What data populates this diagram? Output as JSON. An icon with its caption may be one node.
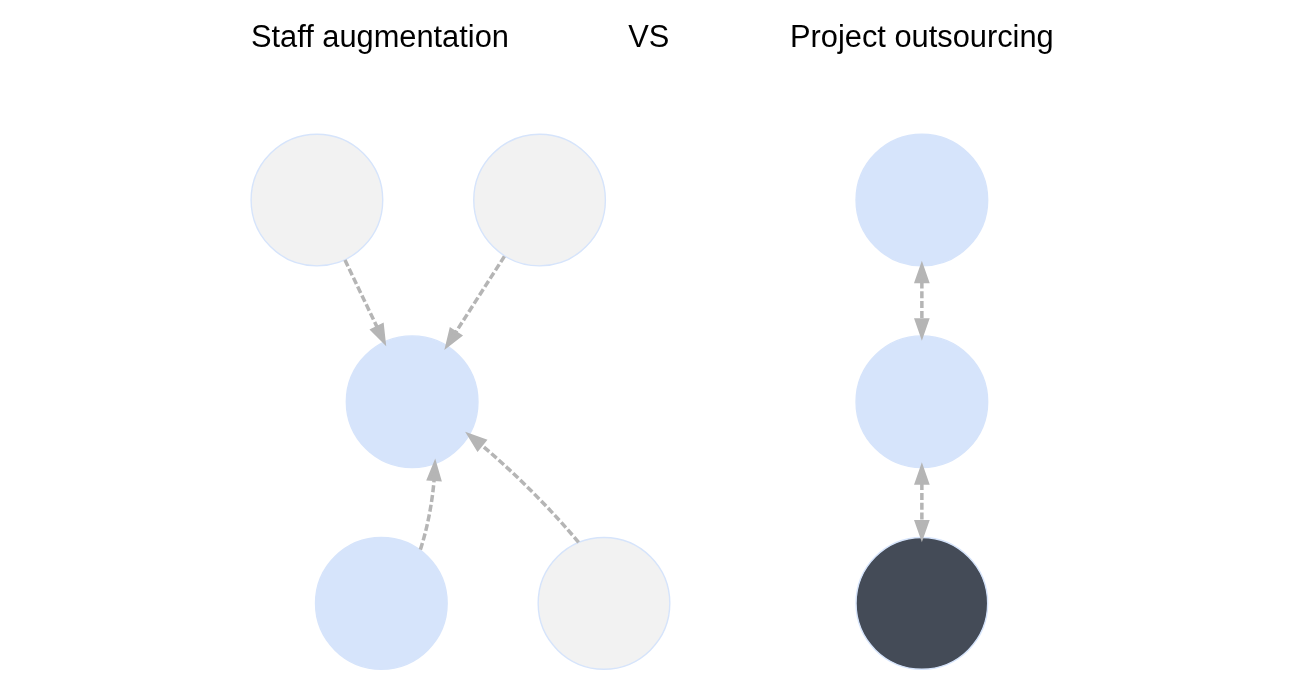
{
  "diagram": {
    "nodes": [
      {
        "text": [],
        "shape": "circle"
      },
      {
        "text": [],
        "shape": "circle"
      },
      {
        "text": [],
        "shape": "circle"
      },
      {
        "text": [],
        "shape": "circle"
      },
      {
        "text": [],
        "shape": "circle"
      },
      {
        "text": [],
        "shape": "circle"
      },
      {
        "text": [],
        "shape": "circle"
      },
      {
        "text": [],
        "shape": "circle"
      }
    ],
    "edges": [
      {
        "from": 0,
        "to": 2,
        "arrow": "to",
        "style": "dashed"
      },
      {
        "from": 1,
        "to": 2,
        "arrow": "to",
        "style": "dashed"
      },
      {
        "from": 3,
        "to": 2,
        "arrow": "to",
        "style": "dashed"
      },
      {
        "from": 4,
        "to": 2,
        "arrow": "to",
        "style": "dashed"
      },
      {
        "from": 5,
        "to": 6,
        "arrow": "both",
        "style": "dashed"
      },
      {
        "from": 6,
        "to": 7,
        "arrow": "both",
        "style": "dashed"
      }
    ],
    "labels": [
      "Staff augmentation",
      "VS",
      "Project outsourcing"
    ]
  }
}
